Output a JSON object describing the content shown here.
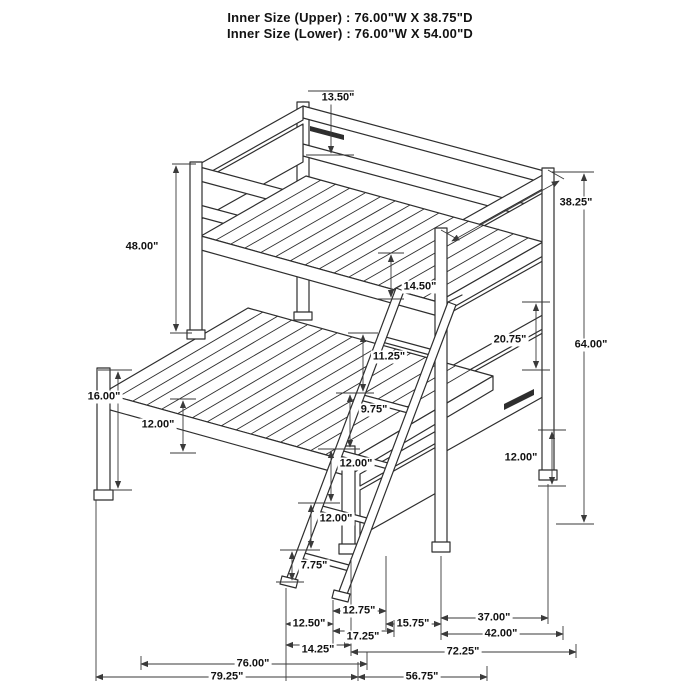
{
  "title": {
    "upper": "Inner Size (Upper) : 76.00\"W X 38.75\"D",
    "lower": "Inner Size (Lower) : 76.00\"W X 54.00\"D"
  },
  "dims": {
    "d13_50": "13.50\"",
    "d38_25": "38.25\"",
    "d48_00": "48.00\"",
    "d14_50": "14.50\"",
    "d20_75": "20.75\"",
    "d64_00": "64.00\"",
    "d11_25": "11.25\"",
    "d9_75": "9.75\"",
    "d12_00": "12.00\"",
    "d7_75": "7.75\"",
    "d16_00": "16.00\"",
    "d12_50": "12.50\"",
    "d12_75": "12.75\"",
    "d17_25": "17.25\"",
    "d15_75": "15.75\"",
    "d37_00": "37.00\"",
    "d42_00": "42.00\"",
    "d72_25": "72.25\"",
    "d14_25": "14.25\"",
    "d76_00": "76.00\"",
    "d79_25": "79.25\"",
    "d56_75": "56.75\""
  },
  "colors": {
    "line": "#2e2e2e",
    "text": "#121212",
    "background": "#ffffff"
  }
}
